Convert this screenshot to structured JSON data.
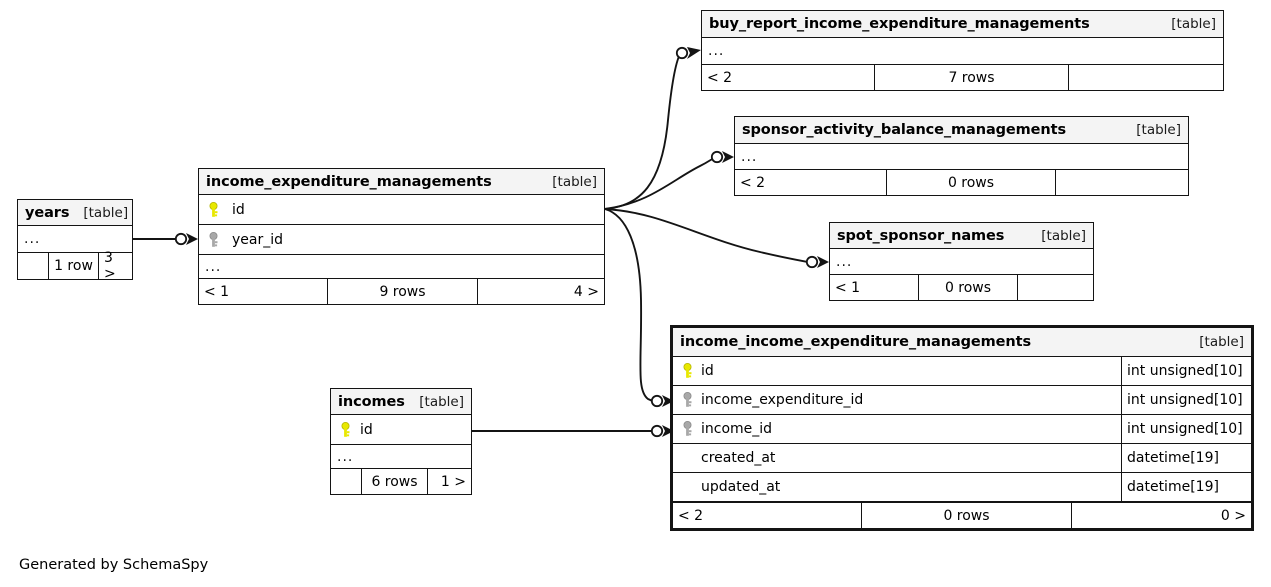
{
  "diagram": {
    "type": "entity-relationship-diagram",
    "generator_text": "Generated by SchemaSpy",
    "table_tag": "[table]",
    "ellipsis": "...",
    "colors": {
      "primary_key": "#e8e800",
      "foreign_key": "#a8a8a8",
      "border": "#141414",
      "header_background": "#f4f4f4",
      "background": "#ffffff"
    }
  },
  "tables": {
    "years": {
      "name": "years",
      "tag": "[table]",
      "ellipsis": "...",
      "footer": {
        "left": "",
        "middle": "1 row",
        "right": "3 >"
      }
    },
    "income_expenditure_managements": {
      "name": "income_expenditure_managements",
      "tag": "[table]",
      "ellipsis": "...",
      "columns": [
        {
          "key": "primary",
          "label": "id",
          "type": ""
        },
        {
          "key": "foreign",
          "label": "year_id",
          "type": ""
        }
      ],
      "footer": {
        "left": "< 1",
        "middle": "9 rows",
        "right": "4 >"
      }
    },
    "buy_report_income_expenditure_managements": {
      "name": "buy_report_income_expenditure_managements",
      "tag": "[table]",
      "ellipsis": "...",
      "footer": {
        "left": "< 2",
        "middle": "7 rows",
        "right": ""
      }
    },
    "sponsor_activity_balance_managements": {
      "name": "sponsor_activity_balance_managements",
      "tag": "[table]",
      "ellipsis": "...",
      "footer": {
        "left": "< 2",
        "middle": "0 rows",
        "right": ""
      }
    },
    "spot_sponsor_names": {
      "name": "spot_sponsor_names",
      "tag": "[table]",
      "ellipsis": "...",
      "footer": {
        "left": "< 1",
        "middle": "0 rows",
        "right": ""
      }
    },
    "incomes": {
      "name": "incomes",
      "tag": "[table]",
      "ellipsis": "...",
      "columns": [
        {
          "key": "primary",
          "label": "id",
          "type": ""
        }
      ],
      "footer": {
        "left": "",
        "middle": "6 rows",
        "right": "1 >"
      }
    },
    "income_income_expenditure_managements": {
      "name": "income_income_expenditure_managements",
      "tag": "[table]",
      "focal": true,
      "columns": [
        {
          "key": "primary",
          "label": "id",
          "type": "int unsigned[10]"
        },
        {
          "key": "foreign",
          "label": "income_expenditure_id",
          "type": "int unsigned[10]"
        },
        {
          "key": "foreign",
          "label": "income_id",
          "type": "int unsigned[10]"
        },
        {
          "key": "none",
          "label": "created_at",
          "type": "datetime[19]"
        },
        {
          "key": "none",
          "label": "updated_at",
          "type": "datetime[19]"
        }
      ],
      "footer": {
        "left": "< 2",
        "middle": "0 rows",
        "right": "0 >"
      }
    }
  },
  "relationships": [
    {
      "from": "years",
      "to": "income_expenditure_managements.year_id"
    },
    {
      "from": "income_expenditure_managements.id",
      "to": "buy_report_income_expenditure_managements"
    },
    {
      "from": "income_expenditure_managements.id",
      "to": "sponsor_activity_balance_managements"
    },
    {
      "from": "income_expenditure_managements.id",
      "to": "spot_sponsor_names"
    },
    {
      "from": "income_expenditure_managements.id",
      "to": "income_income_expenditure_managements.income_expenditure_id"
    },
    {
      "from": "incomes.id",
      "to": "income_income_expenditure_managements.income_id"
    }
  ]
}
